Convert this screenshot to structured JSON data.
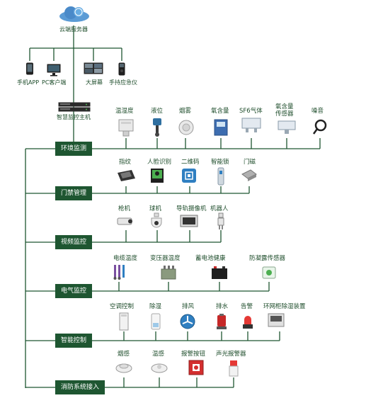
{
  "top": {
    "cloud_server": "云端服务器",
    "clients": [
      "手机APP",
      "PC客户端",
      "大屏幕",
      "手持应急仪"
    ],
    "host": "智慧监控主机"
  },
  "categories": [
    {
      "label": "环境监测",
      "items": [
        "温湿度",
        "液位",
        "烟雾",
        "氧含量",
        "SF6气体",
        "氧含量\n传感器",
        "噪音"
      ]
    },
    {
      "label": "门禁管理",
      "items": [
        "指纹",
        "人脸识别",
        "二维码",
        "智能锁",
        "门磁"
      ]
    },
    {
      "label": "视频监控",
      "items": [
        "枪机",
        "球机",
        "导轨摄像机",
        "机器人"
      ]
    },
    {
      "label": "电气监控",
      "items": [
        "电缆温度",
        "变压器温度",
        "蓄电池健康",
        "防凝露传感器"
      ]
    },
    {
      "label": "智能控制",
      "items": [
        "空调控制",
        "除湿",
        "排风",
        "排水",
        "告警",
        "环网柜除湿装置"
      ]
    },
    {
      "label": "消防系统接入",
      "items": [
        "烟感",
        "温感",
        "报警按钮",
        "声光报警器"
      ]
    }
  ],
  "colors": {
    "line": "#1e5631",
    "bar": "#1e5631",
    "text": "#1e4d2b"
  }
}
